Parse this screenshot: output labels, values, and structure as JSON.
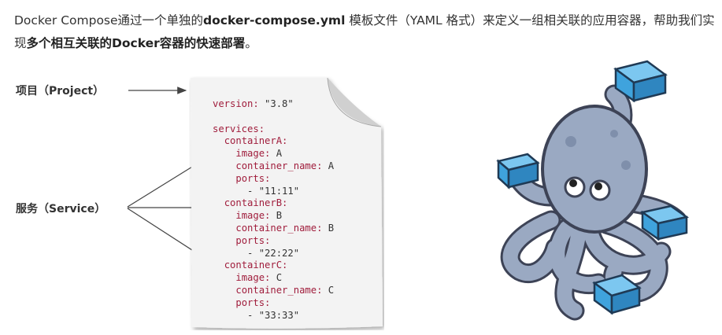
{
  "intro": {
    "part1": "Docker Compose通过一个单独的",
    "filename": "docker-compose.yml",
    "part2": " 模板文件（YAML 格式）来定义一组相关联的应用容器，帮助我们实现",
    "emphasis": "多个相互关联的Docker容器的快速部署",
    "end": "。"
  },
  "labels": {
    "project": "项目（Project）",
    "service": "服务（Service）"
  },
  "code_lines": [
    {
      "key": "version:",
      "value": " \"3.8\"",
      "indent": ""
    },
    {
      "key": "",
      "value": "",
      "indent": ""
    },
    {
      "key": "services:",
      "value": "",
      "indent": ""
    },
    {
      "key": "containerA:",
      "value": "",
      "indent": "  "
    },
    {
      "key": "image:",
      "value": " A",
      "indent": "    "
    },
    {
      "key": "container_name:",
      "value": " A",
      "indent": "    "
    },
    {
      "key": "ports:",
      "value": "",
      "indent": "    "
    },
    {
      "key": "",
      "value": "- \"11:11\"",
      "indent": "      "
    },
    {
      "key": "containerB:",
      "value": "",
      "indent": "  "
    },
    {
      "key": "image:",
      "value": " B",
      "indent": "    "
    },
    {
      "key": "container_name:",
      "value": " B",
      "indent": "    "
    },
    {
      "key": "ports:",
      "value": "",
      "indent": "    "
    },
    {
      "key": "",
      "value": "- \"22:22\"",
      "indent": "      "
    },
    {
      "key": "containerC:",
      "value": "",
      "indent": "  "
    },
    {
      "key": "image:",
      "value": " C",
      "indent": "    "
    },
    {
      "key": "container_name:",
      "value": " C",
      "indent": "    "
    },
    {
      "key": "ports:",
      "value": "",
      "indent": "    "
    },
    {
      "key": "",
      "value": "- \"33:33\"",
      "indent": "      "
    }
  ],
  "colors": {
    "yaml_key": "#a01d3c",
    "octopus_body": "#9aa9c2",
    "container_box": "#3fa3dd"
  },
  "icons": {
    "document": "yaml-document-icon",
    "logo": "docker-compose-octopus-logo"
  }
}
